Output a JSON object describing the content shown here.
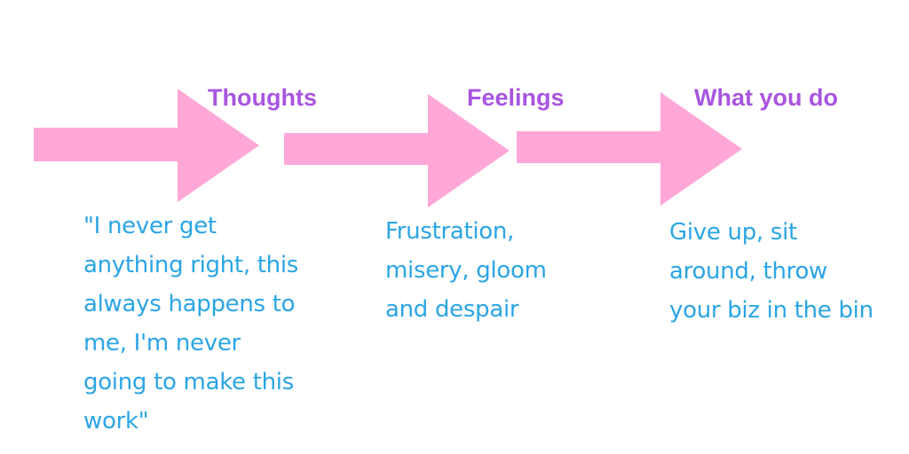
{
  "colors": {
    "arrow": "#FFA8D8",
    "heading": "#A855E0",
    "body_text": "#2BA5E4",
    "background": "#FFFFFF"
  },
  "stages": [
    {
      "heading": "Thoughts",
      "description_lines": [
        "\"I never get",
        "anything right, this",
        "always happens to",
        "me, I'm never",
        "going to make this",
        "work\""
      ]
    },
    {
      "heading": "Feelings",
      "description_lines": [
        "Frustration,",
        "misery, gloom",
        "and despair"
      ]
    },
    {
      "heading": "What you do",
      "description_lines": [
        "Give up, sit",
        "around, throw",
        "your biz in the bin"
      ]
    }
  ]
}
